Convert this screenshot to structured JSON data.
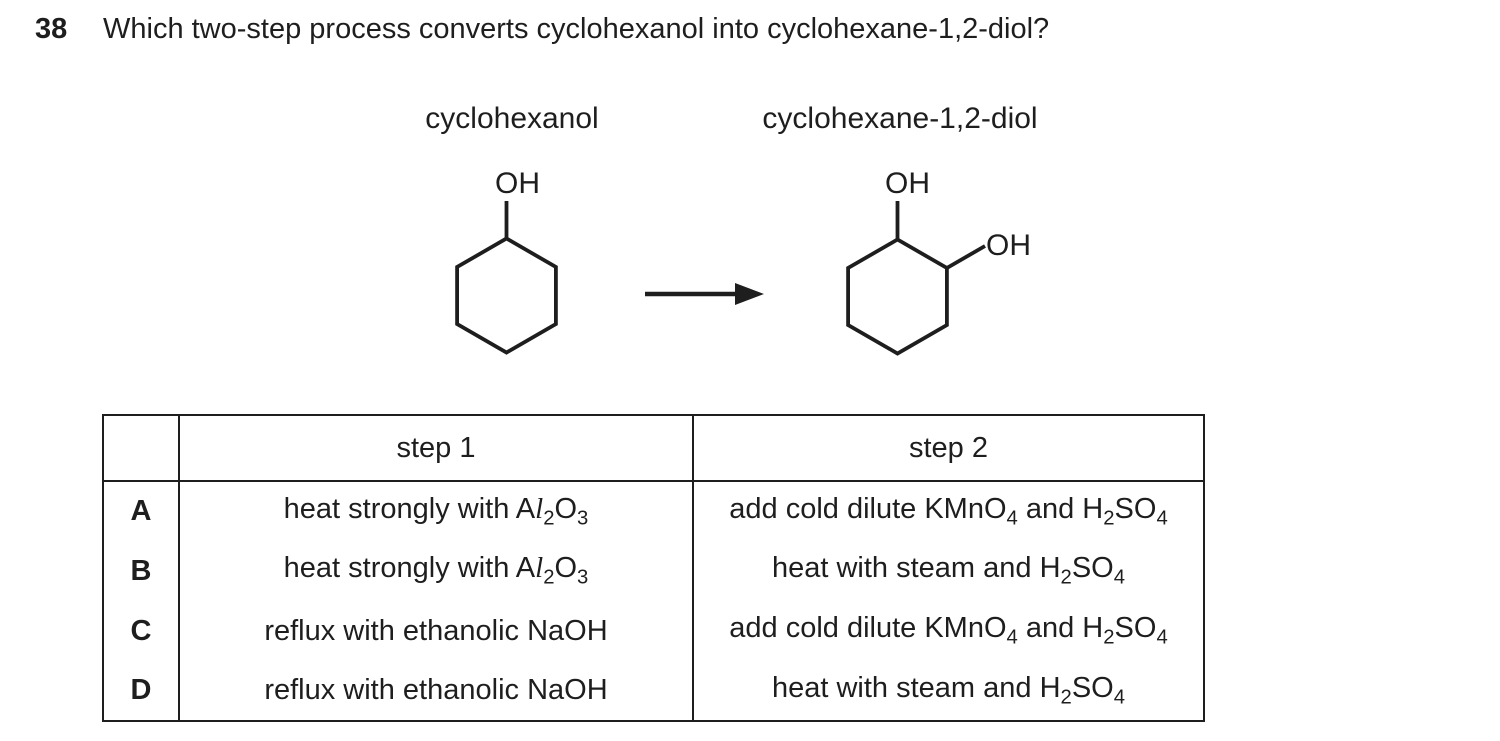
{
  "colors": {
    "ink": "#1e1e1e",
    "background": "#ffffff"
  },
  "question": {
    "number": "38",
    "text": "Which two-step process converts cyclohexanol into cyclohexane-1,2-diol?"
  },
  "diagram": {
    "reactant_label": "cyclohexanol",
    "product_label": "cyclohexane-1,2-diol",
    "reactant_oh": "OH",
    "product_oh_top": "OH",
    "product_oh_right": "OH"
  },
  "table": {
    "step1_header": "step 1",
    "step2_header": "step 2",
    "rows": [
      {
        "option": "A",
        "step1": [
          {
            "t": "heat strongly with A"
          },
          {
            "t": "l",
            "s": "it"
          },
          {
            "t": "2",
            "s": "sub"
          },
          {
            "t": "O"
          },
          {
            "t": "3",
            "s": "sub"
          }
        ],
        "step2": [
          {
            "t": "add cold dilute KMnO"
          },
          {
            "t": "4",
            "s": "sub"
          },
          {
            "t": " and H"
          },
          {
            "t": "2",
            "s": "sub"
          },
          {
            "t": "SO"
          },
          {
            "t": "4",
            "s": "sub"
          }
        ]
      },
      {
        "option": "B",
        "step1": [
          {
            "t": "heat strongly with A"
          },
          {
            "t": "l",
            "s": "it"
          },
          {
            "t": "2",
            "s": "sub"
          },
          {
            "t": "O"
          },
          {
            "t": "3",
            "s": "sub"
          }
        ],
        "step2": [
          {
            "t": "heat with steam and H"
          },
          {
            "t": "2",
            "s": "sub"
          },
          {
            "t": "SO"
          },
          {
            "t": "4",
            "s": "sub"
          }
        ]
      },
      {
        "option": "C",
        "step1": [
          {
            "t": "reflux with ethanolic NaOH"
          }
        ],
        "step2": [
          {
            "t": "add cold dilute KMnO"
          },
          {
            "t": "4",
            "s": "sub"
          },
          {
            "t": " and H"
          },
          {
            "t": "2",
            "s": "sub"
          },
          {
            "t": "SO"
          },
          {
            "t": "4",
            "s": "sub"
          }
        ]
      },
      {
        "option": "D",
        "step1": [
          {
            "t": "reflux with ethanolic NaOH"
          }
        ],
        "step2": [
          {
            "t": "heat with steam and H"
          },
          {
            "t": "2",
            "s": "sub"
          },
          {
            "t": "SO"
          },
          {
            "t": "4",
            "s": "sub"
          }
        ]
      }
    ]
  }
}
